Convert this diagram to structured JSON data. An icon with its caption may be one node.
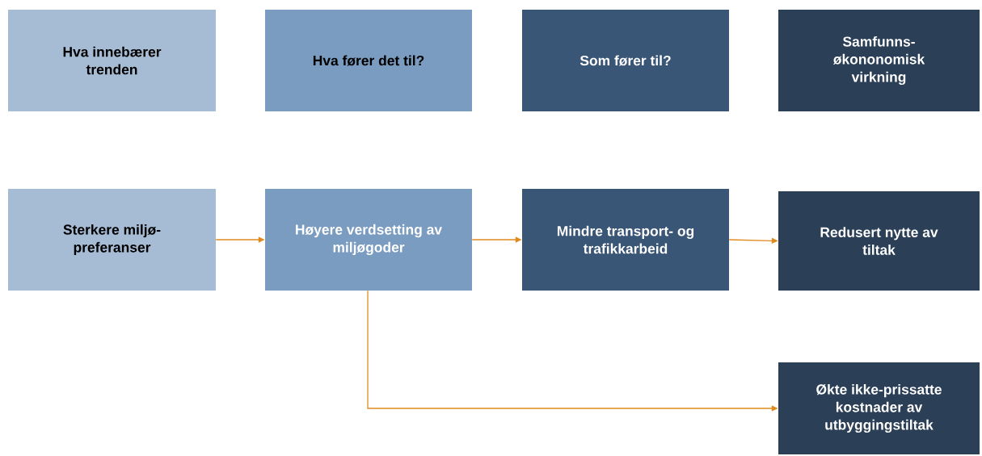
{
  "diagram": {
    "nodes": [
      {
        "text": [
          "Hva innebærer trenden"
        ]
      },
      {
        "text": [
          "Hva fører det til?"
        ]
      },
      {
        "text": [
          "Som fører til?"
        ]
      },
      {
        "text": [
          "Samfunns- økononomisk virkning"
        ]
      },
      {
        "text": [
          "Sterkere miljø- preferanser"
        ]
      },
      {
        "text": [
          "Høyere verdsetting av miljøgoder"
        ]
      },
      {
        "text": [
          "Mindre transport- og trafikkarbeid"
        ]
      },
      {
        "text": [
          "Redusert nytte av tiltak"
        ]
      },
      {
        "text": [
          "Økte ikke-prissatte kostnader av utbyggingstiltak"
        ]
      }
    ],
    "edges": [
      {
        "from": 4,
        "to": 5,
        "arrow": "to"
      },
      {
        "from": 5,
        "to": 6,
        "arrow": "to"
      },
      {
        "from": 6,
        "to": 7,
        "arrow": "to"
      },
      {
        "from": 5,
        "to": 8,
        "arrow": "to"
      }
    ]
  }
}
